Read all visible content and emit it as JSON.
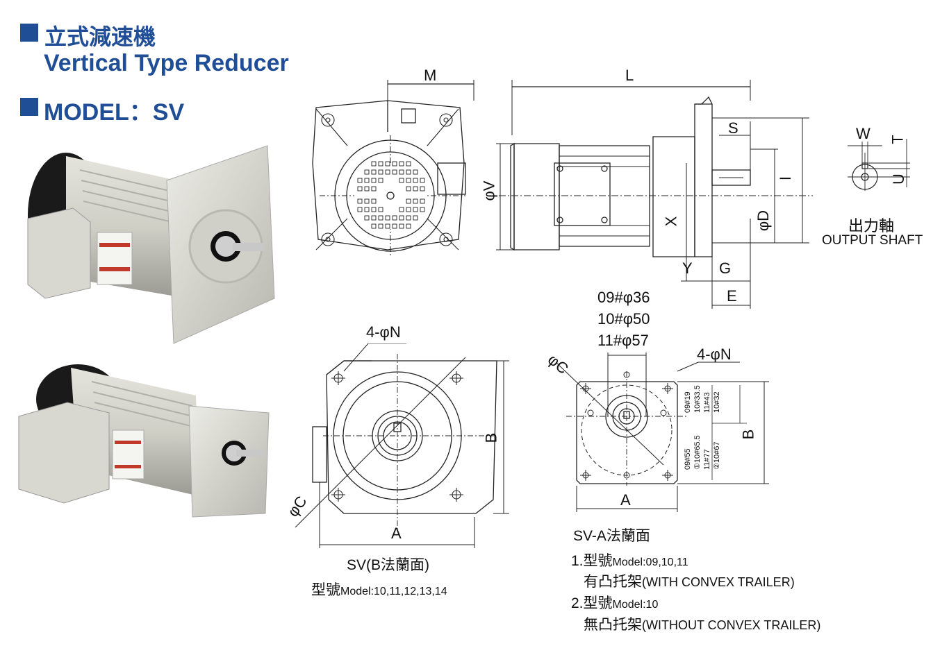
{
  "header": {
    "title_zh": "立式減速機",
    "title_en": "Vertical Type Reducer",
    "model": "MODEL：SV"
  },
  "dims": {
    "M": "M",
    "L": "L",
    "S": "S",
    "W": "W",
    "T": "T",
    "U": "U",
    "I": "I",
    "phiV": "φV",
    "phiD": "φD",
    "X": "X",
    "Y": "Y",
    "G": "G",
    "E": "E",
    "B": "B",
    "A": "A",
    "phiC": "φC",
    "holes": "4-φN"
  },
  "output_shaft": {
    "zh": "出力軸",
    "en": "OUTPUT SHAFT"
  },
  "sva_sizes": [
    "09#φ36",
    "10#φ50",
    "11#φ57"
  ],
  "sva_side_labels": {
    "top": [
      "09#19",
      "10#33.5",
      "11#43",
      "10#32"
    ],
    "bottom": [
      "09#55",
      "①10#65.5",
      "11#77",
      "②10#67"
    ]
  },
  "sv_flange": {
    "title": "SV(B法蘭面)",
    "model_zh": "型號",
    "model_en": "Model:10,11,12,13,14"
  },
  "sva_flange": {
    "title": "SV-A法蘭面",
    "note1_num": "1.型號",
    "note1_en": "Model:09,10,11",
    "note1b_zh": "有凸托架",
    "note1b_en": "(WITH CONVEX TRAILER)",
    "note2_num": "2.型號",
    "note2_en": "Model:10",
    "note2b_zh": "無凸托架",
    "note2b_en": "(WITHOUT CONVEX TRAILER)"
  }
}
